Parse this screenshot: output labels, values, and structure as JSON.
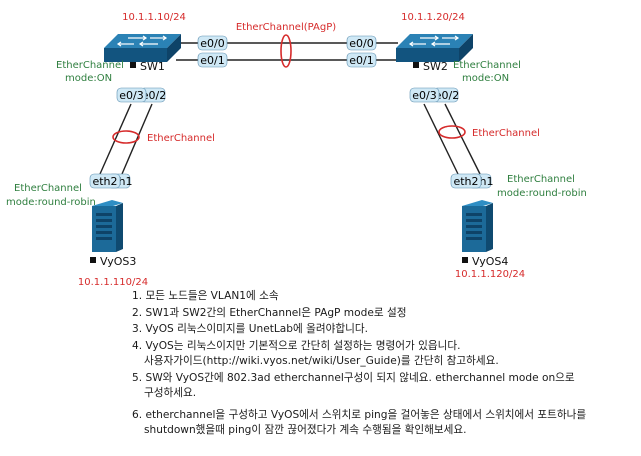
{
  "diagram": {
    "title": "EtherChannel(PAgP)",
    "left_mode": "EtherChannel",
    "right_mode": "EtherChannel",
    "sw1": {
      "name": "SW1",
      "ip": "10.1.1.10/24",
      "mode_line1": "EtherChannel",
      "mode_line2": "mode:ON",
      "ports": [
        "e0/0",
        "e0/1",
        "e0/3",
        "e0/2"
      ]
    },
    "sw2": {
      "name": "SW2",
      "ip": "10.1.1.20/24",
      "mode_line1": "EtherChannel",
      "mode_line2": "mode:ON",
      "ports": [
        "e0/0",
        "e0/1",
        "e0/3",
        "e0/2"
      ]
    },
    "vyos3": {
      "name": "VyOS3",
      "ip": "10.1.1.110/24",
      "mode_line1": "EtherChannel",
      "mode_line2": "mode:round-robin",
      "ports": [
        "eth2",
        "eth1"
      ]
    },
    "vyos4": {
      "name": "VyOS4",
      "ip": "10.1.1.120/24",
      "mode_line1": "EtherChannel",
      "mode_line2": "mode:round-robin",
      "ports": [
        "eth2",
        "eth1"
      ]
    }
  },
  "colors": {
    "switch_top": "#2b7fb0",
    "switch_body": "#12547f",
    "server_body": "#1c6a99",
    "port_label_bg": "#cfe8f5",
    "red_text": "#d62b2b",
    "green_text": "#2f7f3f",
    "link": "#222222"
  },
  "notes": [
    {
      "line1": "1. 모든 노드들은 VLAN1에 소속"
    },
    {
      "line1": "2. SW1과 SW2간의 EtherChannel은 PAgP mode로 설정"
    },
    {
      "line1": "3. VyOS 리눅스이미지를 UnetLab에 올려야합니다."
    },
    {
      "line1": "4. VyOS는 리눅스이지만 기본적으로 간단히 설정하는 명령어가 있읍니다.",
      "line2": "사용자가이드(http://wiki.vyos.net/wiki/User_Guide)를 간단히 참고하세요."
    },
    {
      "line1": "5. SW와 VyOS간에 802.3ad etherchannel구성이 되지 않네요. etherchannel mode on으로",
      "line2": "구성하세요."
    },
    {
      "line1": "6. etherchannel을 구성하고 VyOS에서 스위치로 ping을 걸어놓은 상태에서 스위치에서 포트하나를",
      "line2": "shutdown했을때 ping이 잠깐 끊어졌다가 계속 수행됨을 확인해보세요."
    }
  ]
}
